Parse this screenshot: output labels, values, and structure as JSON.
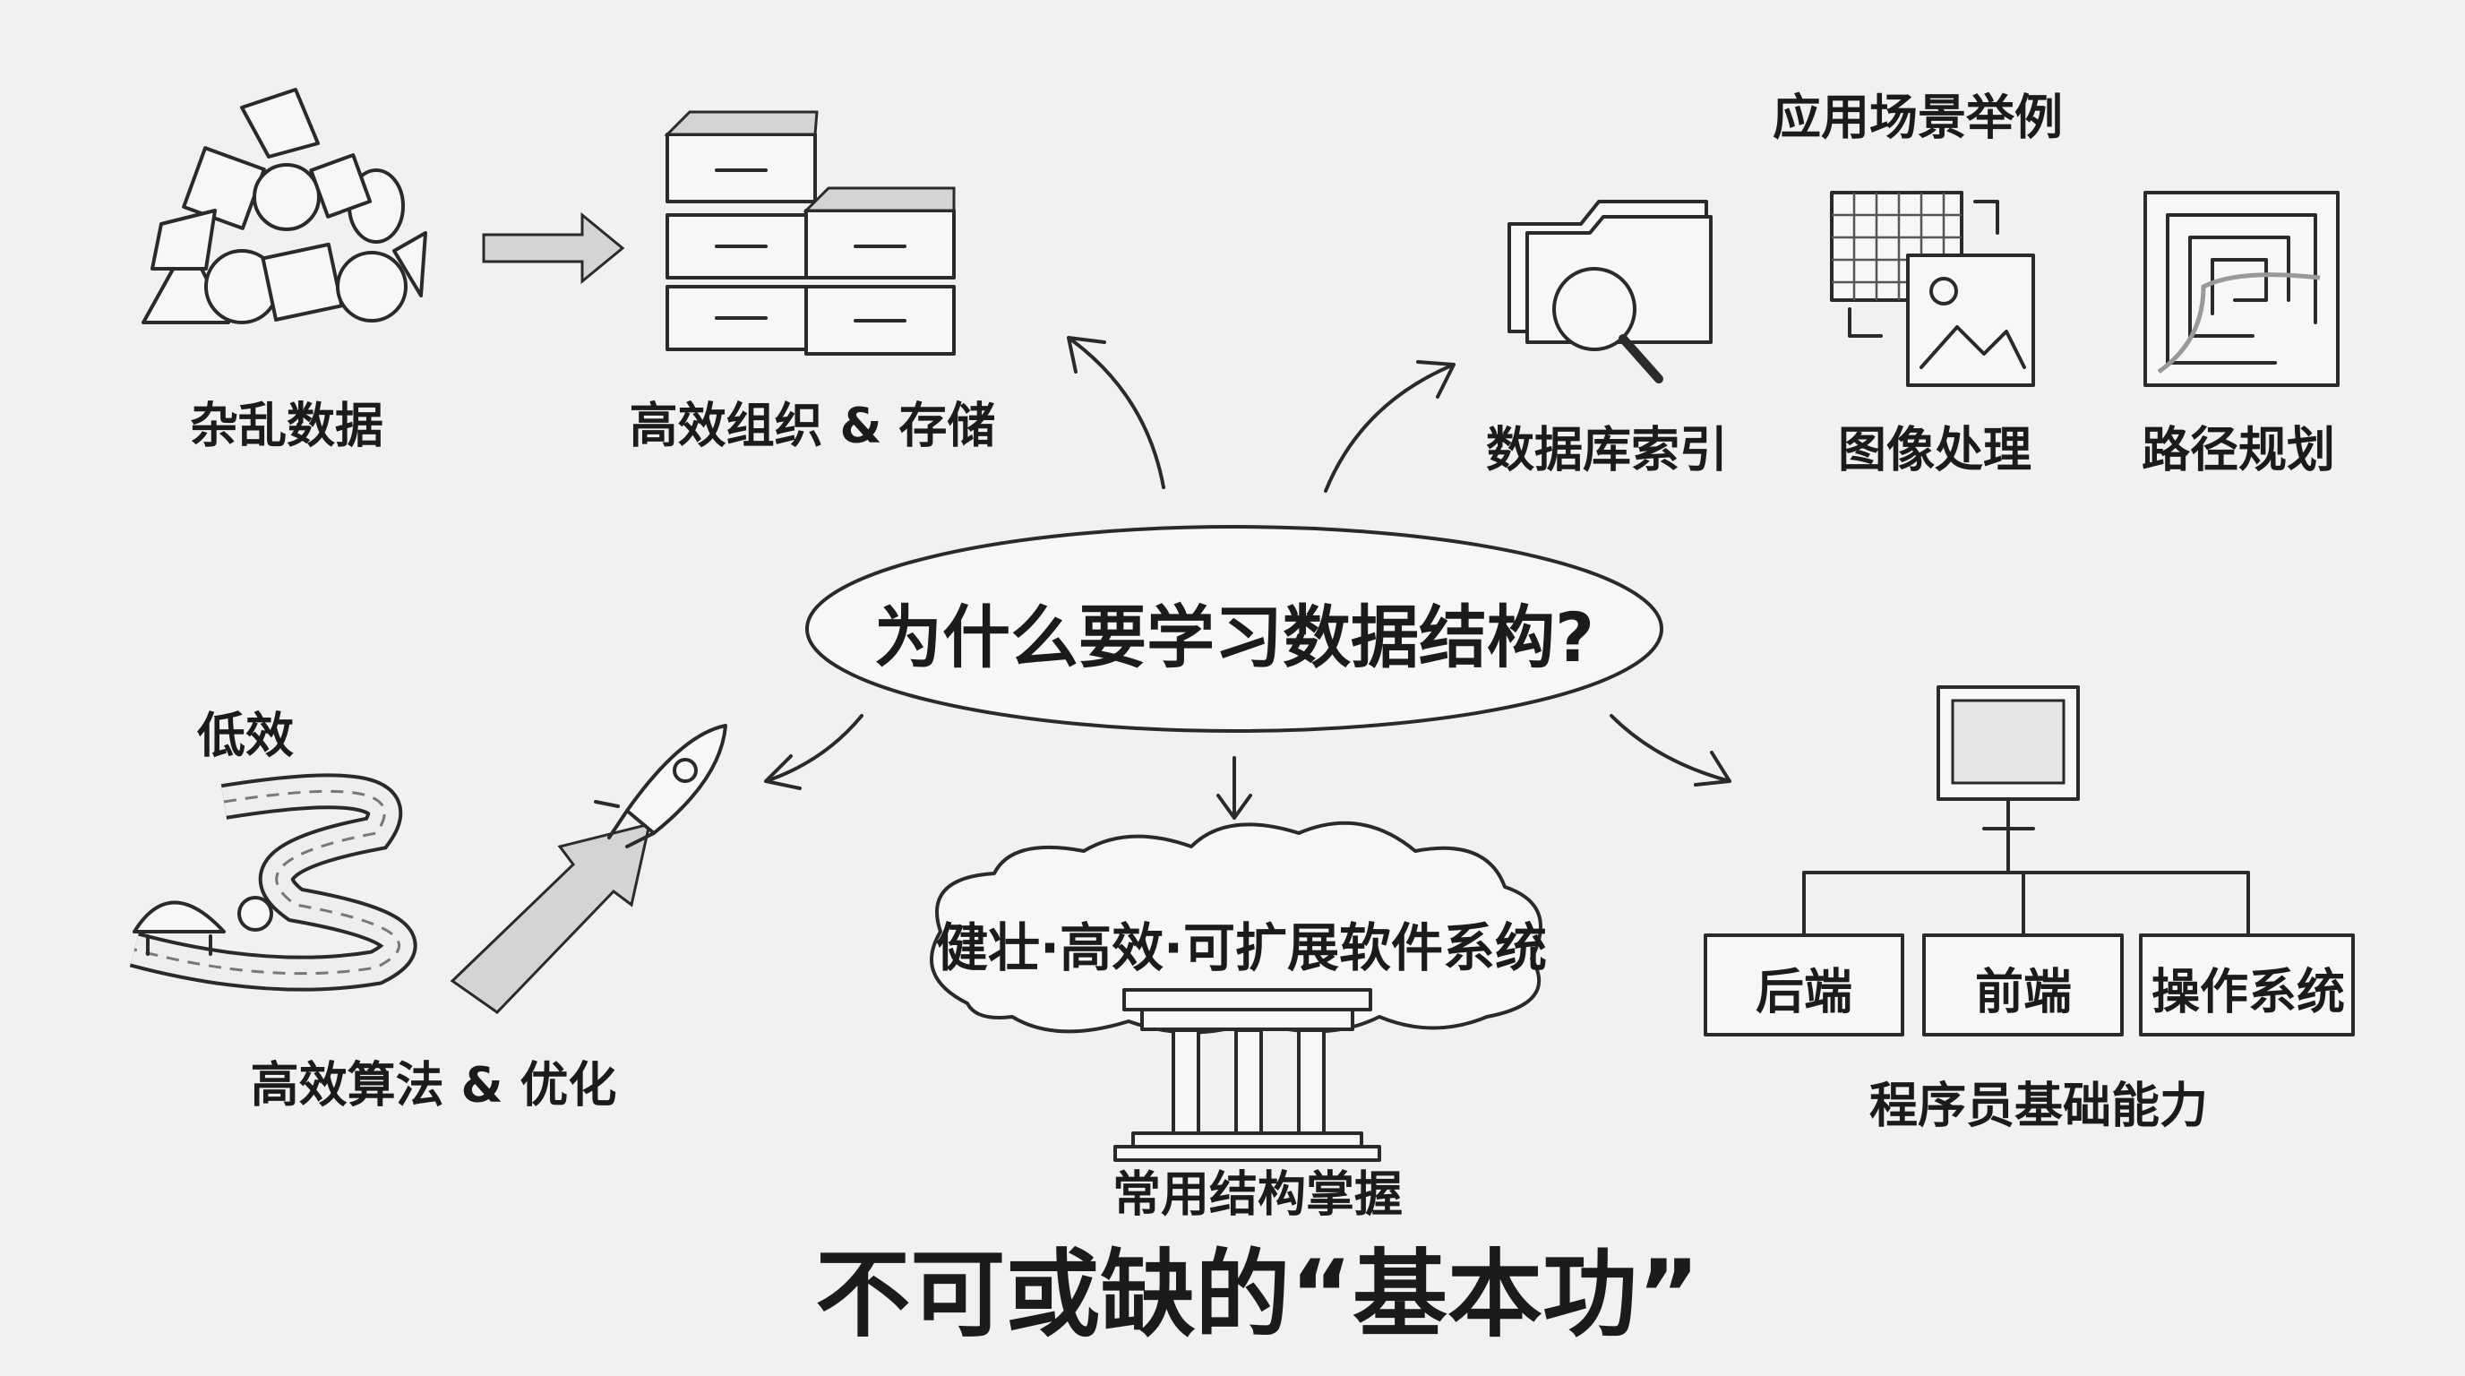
{
  "central_question": "为什么要学习数据结构?",
  "organize": {
    "from_label": "杂乱数据",
    "to_label": "高效组织 & 存储"
  },
  "applications": {
    "heading": "应用场景举例",
    "items": [
      {
        "label": "数据库索引",
        "icon": "folder-search-icon"
      },
      {
        "label": "图像处理",
        "icon": "image-grid-icon"
      },
      {
        "label": "路径规划",
        "icon": "maze-icon"
      }
    ]
  },
  "algorithms": {
    "slow_label": "低效",
    "label": "高效算法 & 优化"
  },
  "software": {
    "cloud_text": "健壮·高效·可扩展软件系统",
    "pillar_label": "常用结构掌握"
  },
  "programmer": {
    "boxes": [
      "后端",
      "前端",
      "操作系统"
    ],
    "label": "程序员基础能力"
  },
  "conclusion": "不可或缺的“基本功”"
}
